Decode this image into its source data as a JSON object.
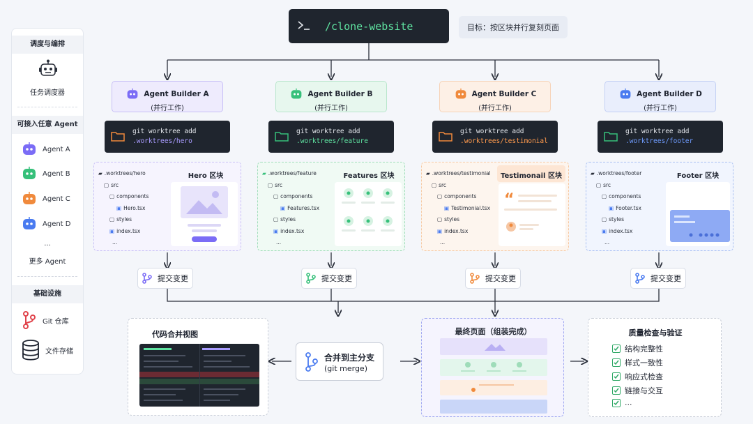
{
  "command": "/clone-website",
  "goal": "目标：按区块并行复刻页面",
  "sidebar": {
    "section1_title": "调度与编排",
    "scheduler_label": "任务调度器",
    "section2_title": "可接入任意 Agent",
    "agents": [
      "Agent A",
      "Agent B",
      "Agent C",
      "Agent D"
    ],
    "more_dots": "...",
    "more_label": "更多 Agent",
    "section3_title": "基础设施",
    "infra": [
      "Git 仓库",
      "文件存储"
    ]
  },
  "builders": [
    {
      "name": "Agent Builder A",
      "sub": "(并行工作)",
      "cmd": "git worktree add",
      "path": ".worktrees/hero",
      "root": ".worktrees/hero",
      "file": "Hero.tsx",
      "block": "Hero 区块"
    },
    {
      "name": "Agent Builder B",
      "sub": "(并行工作)",
      "cmd": "git worktree add",
      "path": ".worktrees/feature",
      "root": ".worktrees/feature",
      "file": "Features.tsx",
      "block": "Features 区块"
    },
    {
      "name": "Agent Builder C",
      "sub": "(并行工作)",
      "cmd": "git worktree add",
      "path": ".worktrees/testimonial",
      "root": ".worktrees/testimonial",
      "file": "Testimonial.tsx",
      "block": "Testimonail 区块"
    },
    {
      "name": "Agent Builder D",
      "sub": "(并行工作)",
      "cmd": "git worktree add",
      "path": ".worktrees/footer",
      "root": ".worktrees/footer",
      "file": "Footer.tsx",
      "block": "Footer 区块"
    }
  ],
  "tree": {
    "src": "src",
    "components": "components",
    "styles": "styles",
    "index": "index.tsx",
    "dots": "..."
  },
  "commit_label": "提交变更",
  "merge": {
    "title": "合并到主分支",
    "sub": "(git merge)"
  },
  "code_view_title": "代码合并视图",
  "final_title": "最终页面（组装完成）",
  "qa": {
    "title": "质量检查与验证",
    "items": [
      "结构完整性",
      "样式一致性",
      "响应式检查",
      "链接与交互",
      "..."
    ]
  },
  "colors": {
    "a": "#7b6cf6",
    "b": "#36c07a",
    "c": "#f08a3c",
    "d": "#4a7bf0"
  }
}
